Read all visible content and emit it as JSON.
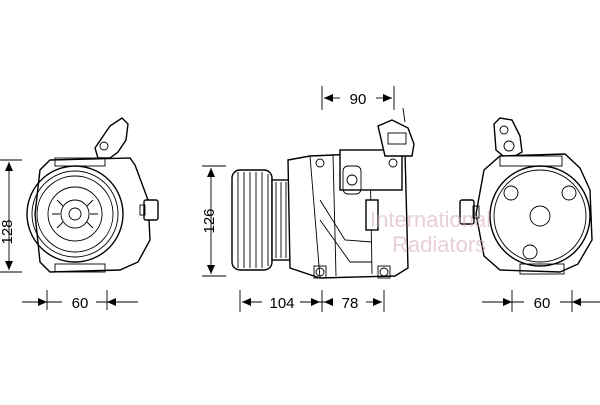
{
  "diagram": {
    "views": [
      {
        "id": "front",
        "height_label": "128",
        "width_label": "60"
      },
      {
        "id": "side",
        "top_label": "90",
        "height_label": "126",
        "left_label": "104",
        "right_label": "78"
      },
      {
        "id": "rear",
        "width_label": "60"
      }
    ],
    "watermark": {
      "line1": "International",
      "line2": "Radiators"
    }
  }
}
